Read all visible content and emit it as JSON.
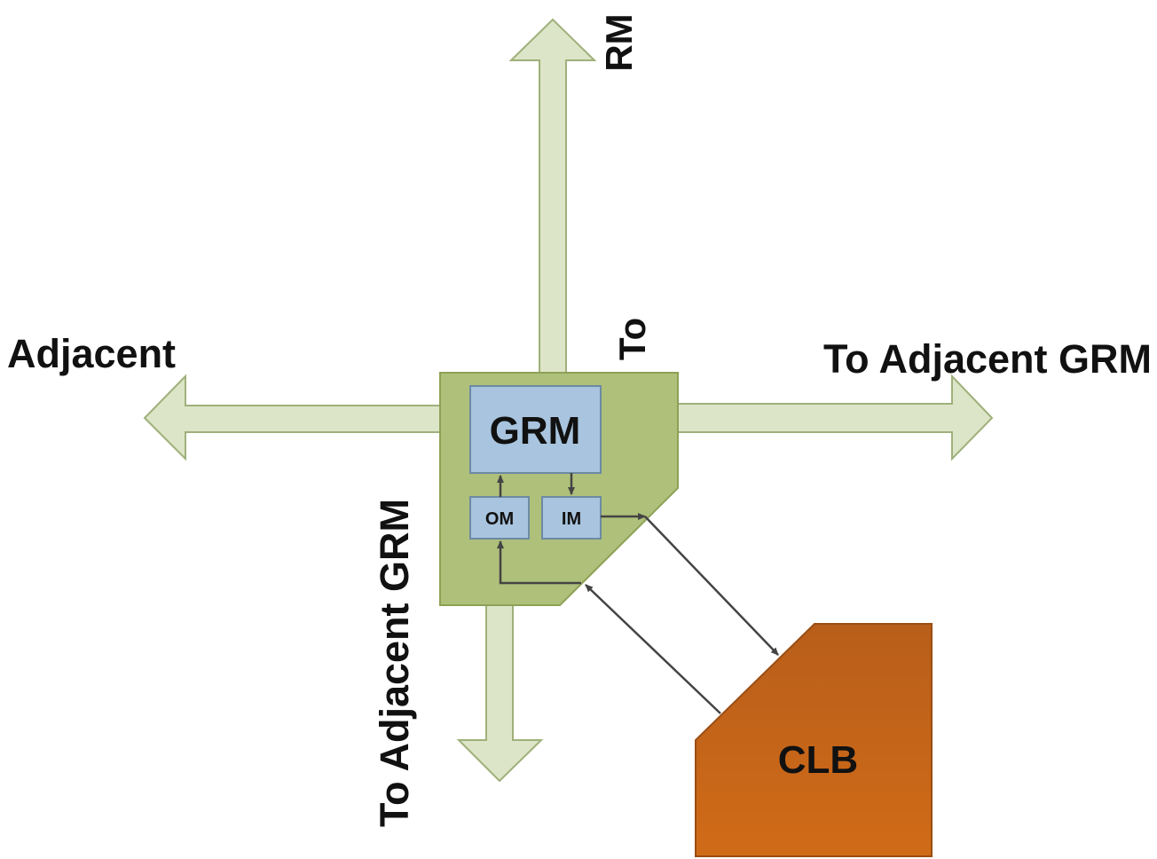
{
  "labels": {
    "top_rm": "RM",
    "top_to": "To",
    "left_adjacent": "Adjacent",
    "right_label": "To Adjacent GRM",
    "bottom_label": "To Adjacent GRM"
  },
  "blocks": {
    "grm": "GRM",
    "om": "OM",
    "im": "IM",
    "clb": "CLB"
  },
  "colors": {
    "arrow_fill": "#dde5c8",
    "arrow_stroke": "#9fb07a",
    "switch_fill": "#aec07a",
    "switch_stroke": "#8da156",
    "module_fill": "#a8c4de",
    "module_stroke": "#6d8aa3",
    "clb_top": "#b85e1a",
    "clb_bottom": "#d06b18",
    "connector": "#444444"
  }
}
